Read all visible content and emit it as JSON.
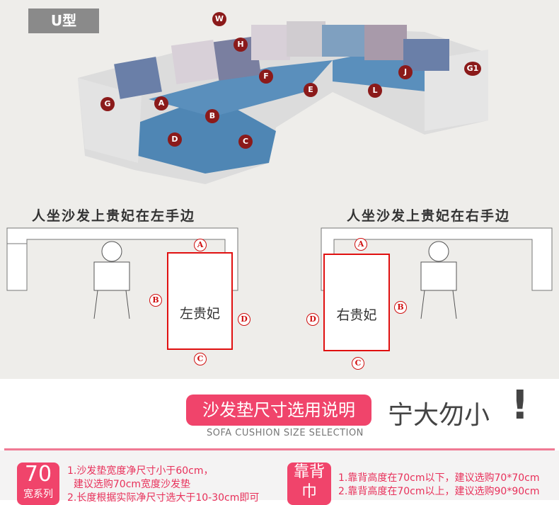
{
  "header": {
    "tag": "U型"
  },
  "sofa_markers": [
    "W",
    "H",
    "F",
    "E",
    "A",
    "B",
    "D",
    "C",
    "G",
    "J",
    "L",
    "G1"
  ],
  "diagrams": {
    "left": {
      "caption": "人坐沙发上贵妃在左手边",
      "chaise_label": "左贵妃",
      "markers": {
        "a": "A",
        "b": "B",
        "c": "C",
        "d": "D"
      }
    },
    "right": {
      "caption": "人坐沙发上贵妃在右手边",
      "chaise_label": "右贵妃",
      "markers": {
        "a": "A",
        "b": "B",
        "c": "C",
        "d": "D"
      }
    }
  },
  "section": {
    "title": "沙发垫尺寸选用说明",
    "subtitle": "SOFA CUSHION SIZE SELECTION",
    "slogan": "宁大勿小",
    "exclaim": "!"
  },
  "tips": {
    "width_box": {
      "number": "70",
      "label": "宽系列"
    },
    "width_lines": [
      "1.沙发垫宽度净尺寸小于60cm，",
      "  建议选购70cm宽度沙发垫",
      "2.长度根据实际净尺寸选大于10-30cm即可"
    ],
    "back_box": {
      "line1": "靠背",
      "line2": "巾"
    },
    "back_lines": [
      "1.靠背高度在70cm以下，建议选购70*70cm",
      "2.靠背高度在70cm以上，建议选购90*90cm"
    ]
  },
  "colors": {
    "accent": "#f0446b",
    "marker": "#8b1a1a",
    "red": "#e01010"
  }
}
